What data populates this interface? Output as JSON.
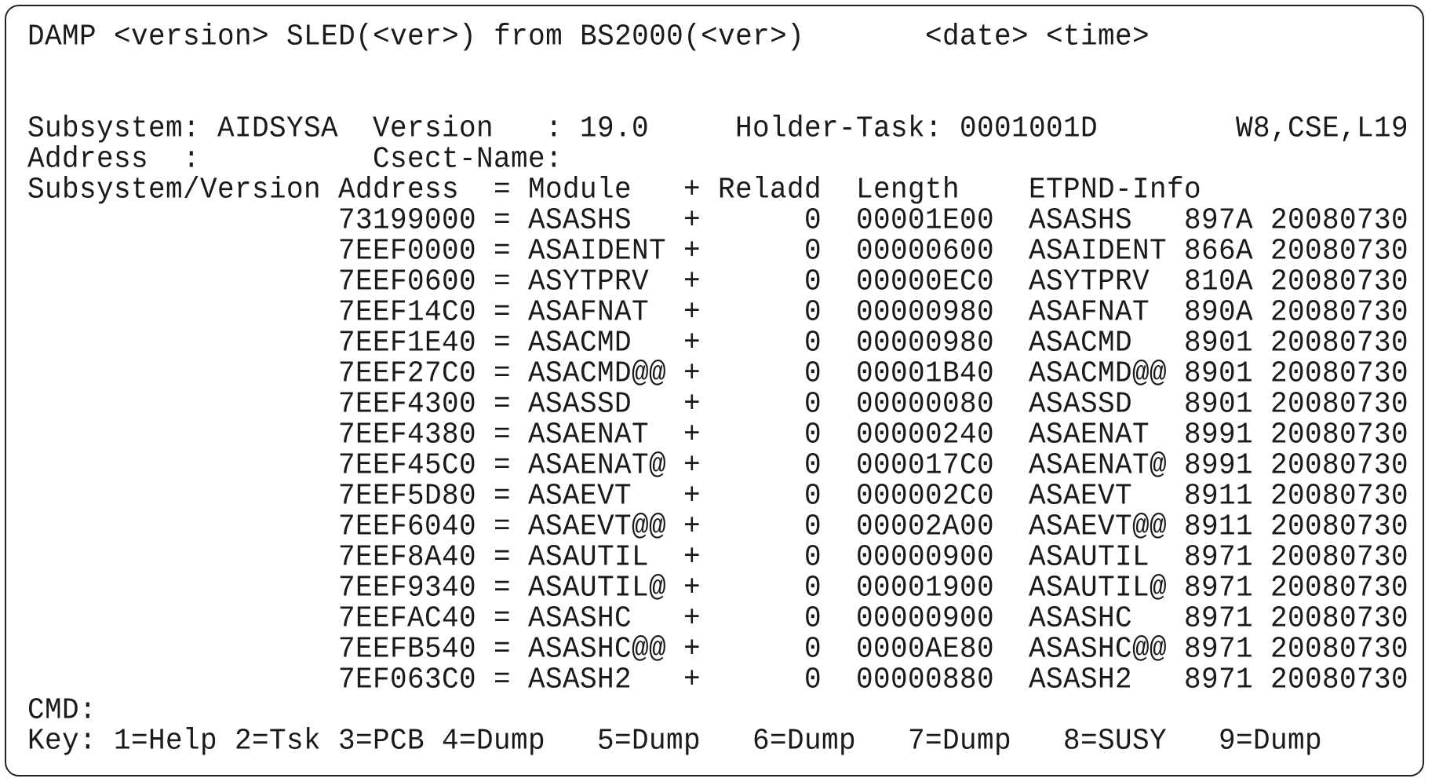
{
  "title": {
    "text": "DAMP <version> SLED(<ver>) from BS2000(<ver>)",
    "date": "<date>",
    "time": "<time>"
  },
  "info": {
    "subsystem_label": "Subsystem:",
    "subsystem_value": "AIDSYSA",
    "version_label": "Version",
    "version_value": ": 19.0",
    "holder_label": "Holder-Task:",
    "holder_value": "0001001D",
    "flags": "W8,CSE,L19",
    "address_label": "Address",
    "address_colon": ":",
    "csect_label": "Csect-Name:"
  },
  "table": {
    "headers": {
      "subsys": "Subsystem/Version",
      "address": "Address",
      "eq": "=",
      "module": "Module",
      "plus": "+",
      "reladd": "Reladd",
      "length": "Length",
      "etpnd": "ETPND-Info"
    },
    "rows": [
      {
        "address": "73199000",
        "module": "ASASHS",
        "reladd": "0",
        "length": "00001E00",
        "etpnd": "ASASHS",
        "code": "897A",
        "date": "20080730"
      },
      {
        "address": "7EEF0000",
        "module": "ASAIDENT",
        "reladd": "0",
        "length": "00000600",
        "etpnd": "ASAIDENT",
        "code": "866A",
        "date": "20080730"
      },
      {
        "address": "7EEF0600",
        "module": "ASYTPRV",
        "reladd": "0",
        "length": "00000EC0",
        "etpnd": "ASYTPRV",
        "code": "810A",
        "date": "20080730"
      },
      {
        "address": "7EEF14C0",
        "module": "ASAFNAT",
        "reladd": "0",
        "length": "00000980",
        "etpnd": "ASAFNAT",
        "code": "890A",
        "date": "20080730"
      },
      {
        "address": "7EEF1E40",
        "module": "ASACMD",
        "reladd": "0",
        "length": "00000980",
        "etpnd": "ASACMD",
        "code": "8901",
        "date": "20080730"
      },
      {
        "address": "7EEF27C0",
        "module": "ASACMD@@",
        "reladd": "0",
        "length": "00001B40",
        "etpnd": "ASACMD@@",
        "code": "8901",
        "date": "20080730"
      },
      {
        "address": "7EEF4300",
        "module": "ASASSD",
        "reladd": "0",
        "length": "00000080",
        "etpnd": "ASASSD",
        "code": "8901",
        "date": "20080730"
      },
      {
        "address": "7EEF4380",
        "module": "ASAENAT",
        "reladd": "0",
        "length": "00000240",
        "etpnd": "ASAENAT",
        "code": "8991",
        "date": "20080730"
      },
      {
        "address": "7EEF45C0",
        "module": "ASAENAT@",
        "reladd": "0",
        "length": "000017C0",
        "etpnd": "ASAENAT@",
        "code": "8991",
        "date": "20080730"
      },
      {
        "address": "7EEF5D80",
        "module": "ASAEVT",
        "reladd": "0",
        "length": "000002C0",
        "etpnd": "ASAEVT",
        "code": "8911",
        "date": "20080730"
      },
      {
        "address": "7EEF6040",
        "module": "ASAEVT@@",
        "reladd": "0",
        "length": "00002A00",
        "etpnd": "ASAEVT@@",
        "code": "8911",
        "date": "20080730"
      },
      {
        "address": "7EEF8A40",
        "module": "ASAUTIL",
        "reladd": "0",
        "length": "00000900",
        "etpnd": "ASAUTIL",
        "code": "8971",
        "date": "20080730"
      },
      {
        "address": "7EEF9340",
        "module": "ASAUTIL@",
        "reladd": "0",
        "length": "00001900",
        "etpnd": "ASAUTIL@",
        "code": "8971",
        "date": "20080730"
      },
      {
        "address": "7EEFAC40",
        "module": "ASASHC",
        "reladd": "0",
        "length": "00000900",
        "etpnd": "ASASHC",
        "code": "8971",
        "date": "20080730"
      },
      {
        "address": "7EEFB540",
        "module": "ASASHC@@",
        "reladd": "0",
        "length": "0000AE80",
        "etpnd": "ASASHC@@",
        "code": "8971",
        "date": "20080730"
      },
      {
        "address": "7EF063C0",
        "module": "ASASH2",
        "reladd": "0",
        "length": "00000880",
        "etpnd": "ASASH2",
        "code": "8971",
        "date": "20080730"
      }
    ]
  },
  "cmd": {
    "label": "CMD:",
    "value": ""
  },
  "keys": {
    "label": "Key:",
    "items": [
      "1=Help",
      "2=Tsk",
      "3=PCB",
      "4=Dump",
      "5=Dump",
      "6=Dump",
      "7=Dump",
      "8=SUSY",
      "9=Dump"
    ]
  }
}
